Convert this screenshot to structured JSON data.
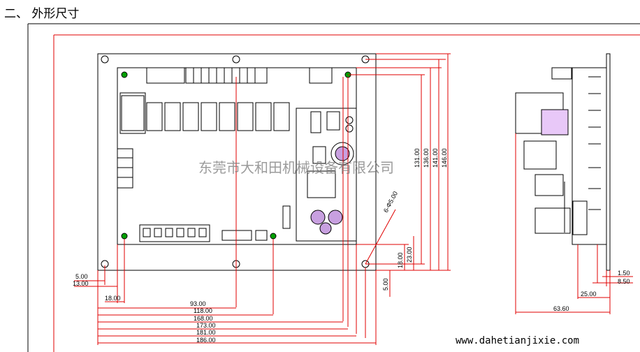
{
  "title": "二、 外形尺寸",
  "watermark": "东莞市大和田机械设备有限公司",
  "website": "www.dahetianjixie.com",
  "colors": {
    "dimension_line": "#e00000",
    "outline": "#000000",
    "component": "#000000",
    "mount_hole": "#00a000"
  },
  "dimensions": {
    "bottom": [
      "5.00",
      "13.00",
      "18.00",
      "93.00",
      "118.00",
      "168.00",
      "173.00",
      "181.00",
      "186.00"
    ],
    "right": [
      "131.00",
      "136.00",
      "141.00",
      "146.00",
      "18.00",
      "23.00",
      "5.00"
    ],
    "hole_note": "6-Φ5.00",
    "side": [
      "1.50",
      "8.50",
      "25.00",
      "63.60"
    ]
  }
}
